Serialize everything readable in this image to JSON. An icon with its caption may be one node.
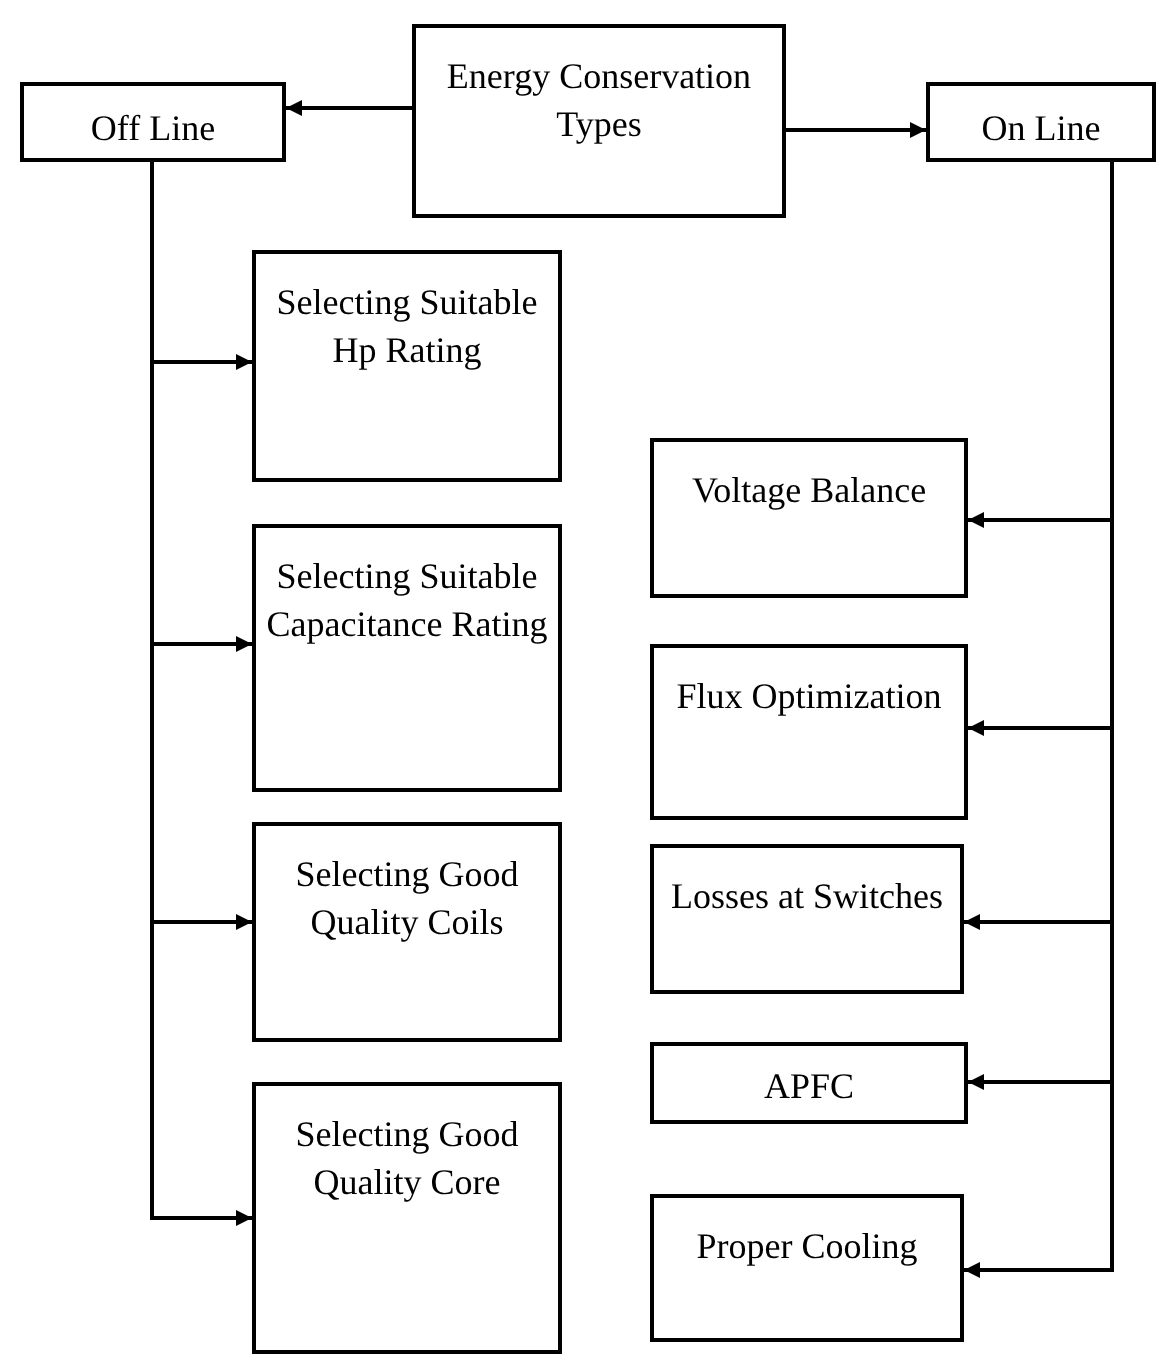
{
  "diagram": {
    "nodes": [
      {
        "text": [
          "Energy Conservation Types"
        ]
      },
      {
        "text": [
          "Off Line"
        ]
      },
      {
        "text": [
          "On Line"
        ]
      },
      {
        "text": [
          "Selecting Suitable Hp Rating"
        ]
      },
      {
        "text": [
          "Selecting Suitable Capacitance Rating"
        ]
      },
      {
        "text": [
          "Selecting Good Quality Coils"
        ]
      },
      {
        "text": [
          "Selecting Good Quality Core"
        ]
      },
      {
        "text": [
          "Voltage Balance"
        ]
      },
      {
        "text": [
          "Flux Optimization"
        ]
      },
      {
        "text": [
          "Losses at Switches"
        ]
      },
      {
        "text": [
          "APFC"
        ]
      },
      {
        "text": [
          "Proper Cooling"
        ]
      }
    ],
    "edges": [
      {
        "from": 0,
        "to": 1,
        "arrow": "to"
      },
      {
        "from": 0,
        "to": 2,
        "arrow": "to"
      },
      {
        "from": 1,
        "to": 3,
        "arrow": "to"
      },
      {
        "from": 1,
        "to": 4,
        "arrow": "to"
      },
      {
        "from": 1,
        "to": 5,
        "arrow": "to"
      },
      {
        "from": 1,
        "to": 6,
        "arrow": "to"
      },
      {
        "from": 2,
        "to": 7,
        "arrow": "to"
      },
      {
        "from": 2,
        "to": 8,
        "arrow": "to"
      },
      {
        "from": 2,
        "to": 9,
        "arrow": "to"
      },
      {
        "from": 2,
        "to": 10,
        "arrow": "to"
      },
      {
        "from": 2,
        "to": 11,
        "arrow": "to"
      }
    ]
  }
}
